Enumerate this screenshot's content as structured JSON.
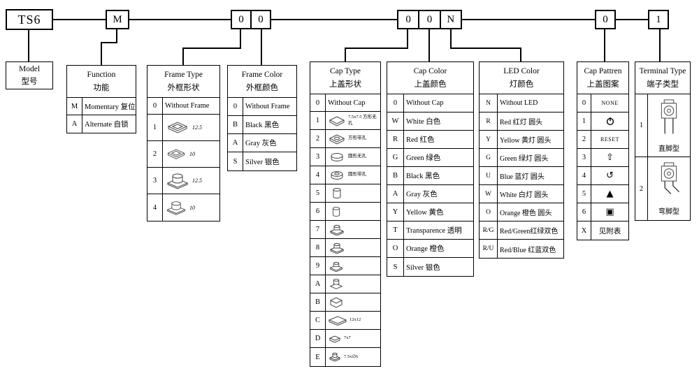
{
  "part_number": {
    "model": "TS6",
    "function": "M",
    "frame_type": "0",
    "frame_color": "0",
    "cap_type": "0",
    "cap_color": "0",
    "led_color": "N",
    "cap_pattern": "0",
    "terminal_type": "1"
  },
  "model": {
    "title_en": "Model",
    "title_cn": "型号"
  },
  "function": {
    "title_en": "Function",
    "title_cn": "功能",
    "rows": [
      {
        "code": "M",
        "label": "Momentary 复位"
      },
      {
        "code": "A",
        "label": "Alternate 自锁"
      }
    ]
  },
  "frame_type": {
    "title_en": "Frame Type",
    "title_cn": "外框形状",
    "rows": [
      {
        "code": "0",
        "label": "Without Frame"
      },
      {
        "code": "1",
        "icon": "square-frame-icon",
        "dim": "12.5"
      },
      {
        "code": "2",
        "icon": "square-frame-icon",
        "dim": "10"
      },
      {
        "code": "3",
        "icon": "round-frame-icon",
        "dim": "12.5"
      },
      {
        "code": "4",
        "icon": "round-frame-icon",
        "dim": "10"
      }
    ]
  },
  "frame_color": {
    "title_en": "Frame Color",
    "title_cn": "外框颜色",
    "rows": [
      {
        "code": "0",
        "label": "Without Frame"
      },
      {
        "code": "B",
        "label": "Black 黑色"
      },
      {
        "code": "A",
        "label": "Gray 灰色"
      },
      {
        "code": "S",
        "label": "Silver 银色"
      }
    ]
  },
  "cap_type": {
    "title_en": "Cap Type",
    "title_cn": "上盖形状",
    "rows": [
      {
        "code": "0",
        "label": "Without Cap"
      },
      {
        "code": "1",
        "icon": "square-cap-icon",
        "note": "7.5x7.5 方形无孔"
      },
      {
        "code": "2",
        "icon": "square-cap-hole-icon",
        "note": "方形带孔"
      },
      {
        "code": "3",
        "icon": "round-cap-icon",
        "note": "圆形无孔"
      },
      {
        "code": "4",
        "icon": "round-cap-hole-icon",
        "note": "圆形带孔"
      },
      {
        "code": "5",
        "icon": "cylinder-cap-icon",
        "note": ""
      },
      {
        "code": "6",
        "icon": "cylinder-cap-icon",
        "note": ""
      },
      {
        "code": "7",
        "icon": "stem-cap-icon",
        "note": ""
      },
      {
        "code": "8",
        "icon": "stem-cap-icon",
        "note": ""
      },
      {
        "code": "9",
        "icon": "stem-cap-icon",
        "note": ""
      },
      {
        "code": "A",
        "icon": "stem-cap-icon",
        "note": ""
      },
      {
        "code": "B",
        "icon": "box-cap-icon",
        "note": ""
      },
      {
        "code": "C",
        "icon": "wide-cap-icon",
        "note": "12x12"
      },
      {
        "code": "D",
        "icon": "small-cap-icon",
        "note": "7x7"
      },
      {
        "code": "E",
        "icon": "round-top-cap-icon",
        "note": "7.5x∅6"
      }
    ]
  },
  "cap_color": {
    "title_en": "Cap Color",
    "title_cn": "上盖颜色",
    "rows": [
      {
        "code": "0",
        "label": "Without Cap"
      },
      {
        "code": "W",
        "label": "White 白色"
      },
      {
        "code": "R",
        "label": "Red 红色"
      },
      {
        "code": "G",
        "label": "Green 绿色"
      },
      {
        "code": "B",
        "label": "Black 黑色"
      },
      {
        "code": "A",
        "label": "Gray 灰色"
      },
      {
        "code": "Y",
        "label": "Yellow 黄色"
      },
      {
        "code": "T",
        "label": "Transparence 透明"
      },
      {
        "code": "O",
        "label": "Orange 橙色"
      },
      {
        "code": "S",
        "label": "Silver 银色"
      }
    ]
  },
  "led_color": {
    "title_en": "LED Color",
    "title_cn": "灯颜色",
    "rows": [
      {
        "code": "N",
        "label": "Without LED"
      },
      {
        "code": "R",
        "label": "Red 红灯 圆头"
      },
      {
        "code": "Y",
        "label": "Yellow 黄灯 圆头"
      },
      {
        "code": "G",
        "label": "Green 绿灯 圆头"
      },
      {
        "code": "U",
        "label": "Blue 蓝灯 圆头"
      },
      {
        "code": "W",
        "label": "White 白灯 圆头"
      },
      {
        "code": "O",
        "label": "Orange 橙色 圆头"
      },
      {
        "code": "R/G",
        "label": "Red/Green红绿双色"
      },
      {
        "code": "R/U",
        "label": "Red/Blue 红蓝双色"
      }
    ]
  },
  "cap_pattern": {
    "title_en": "Cap Pattren",
    "title_cn": "上盖图案",
    "rows": [
      {
        "code": "0",
        "label": "NONE"
      },
      {
        "code": "1",
        "icon": "power-icon"
      },
      {
        "code": "2",
        "label": "RESET"
      },
      {
        "code": "3",
        "icon": "up-arrow-icon",
        "glyph": "⇧"
      },
      {
        "code": "4",
        "icon": "rotate-icon",
        "glyph": "↺"
      },
      {
        "code": "5",
        "icon": "triangle-icon",
        "glyph": "▲"
      },
      {
        "code": "6",
        "icon": "square-dot-icon",
        "glyph": "▣"
      },
      {
        "code": "X",
        "label": "见附表"
      }
    ]
  },
  "terminal_type": {
    "title_en": "Terminal Type",
    "title_cn": "端子类型",
    "rows": [
      {
        "code": "1",
        "icon": "straight-pin-switch-icon",
        "label": "直脚型"
      },
      {
        "code": "2",
        "icon": "bent-pin-switch-icon",
        "label": "弯脚型"
      }
    ]
  }
}
